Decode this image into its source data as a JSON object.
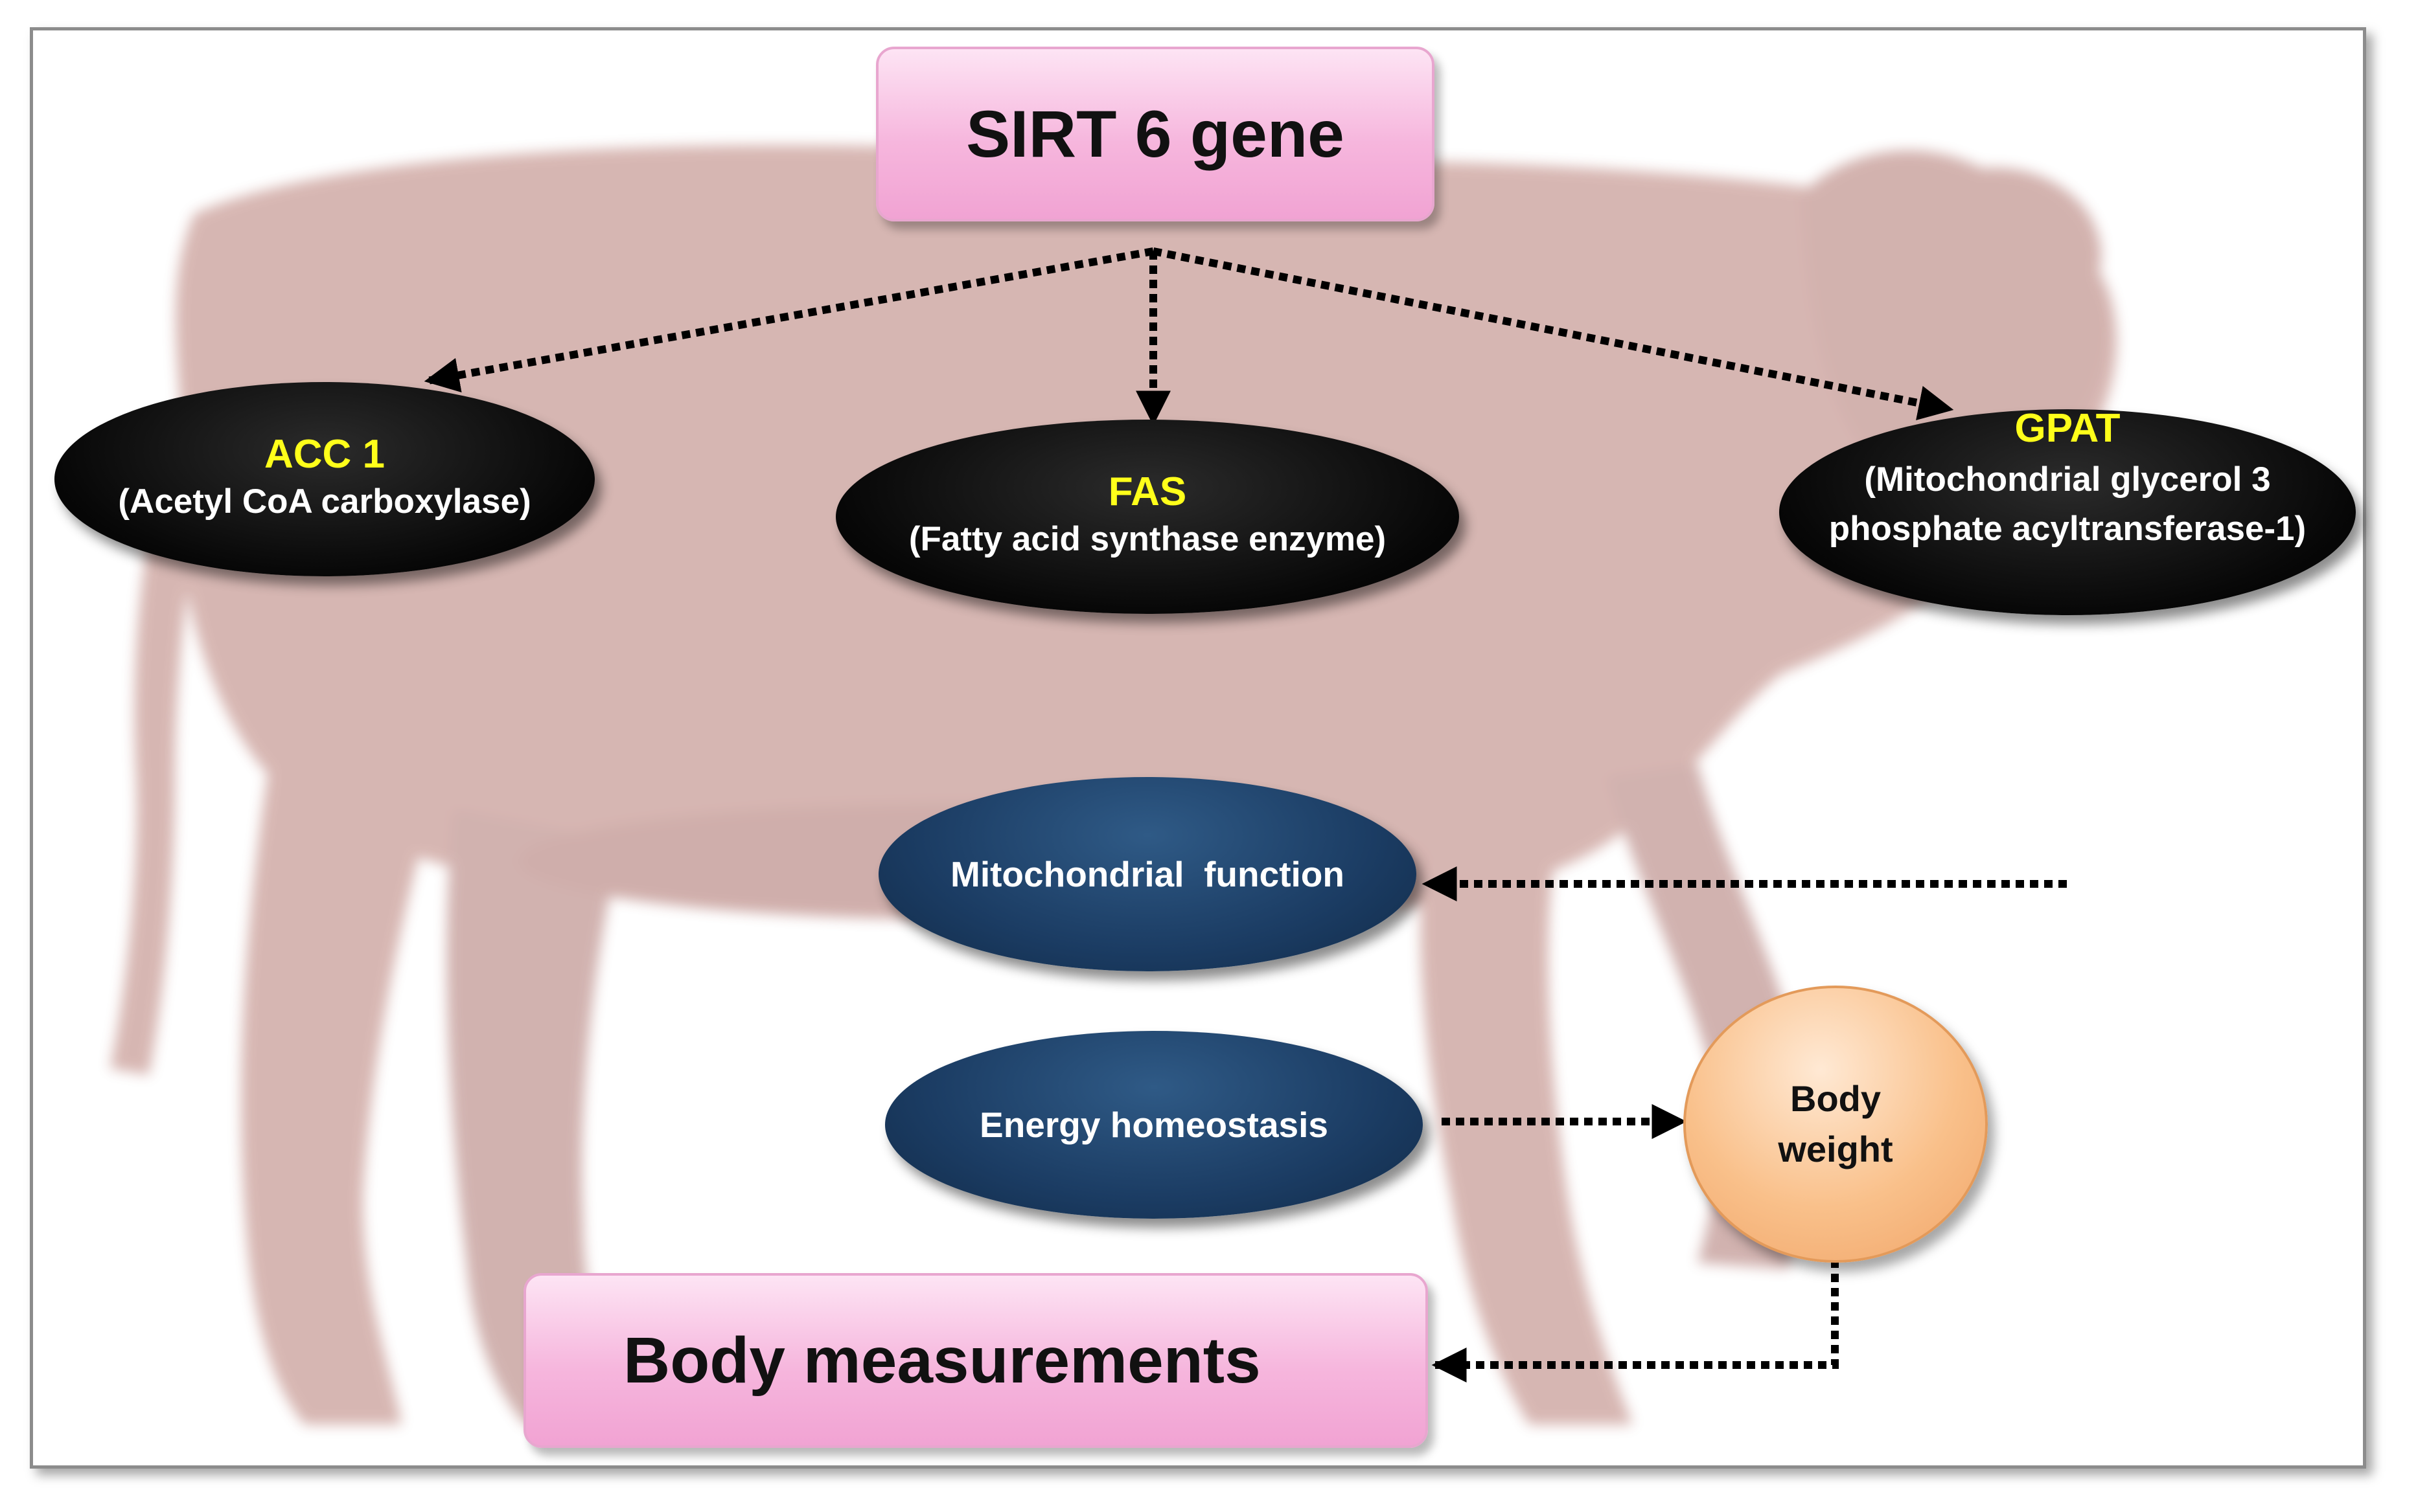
{
  "top_node": {
    "label": "SIRT 6 gene"
  },
  "enzymes": [
    {
      "abbr": "ACC 1",
      "name_lines": [
        "(Acetyl CoA carboxylase)"
      ]
    },
    {
      "abbr": "FAS",
      "name_lines": [
        "(Fatty acid synthase enzyme)"
      ]
    },
    {
      "abbr": "GPAT",
      "name_lines": [
        "(Mitochondrial glycerol 3",
        "phosphate acyltransferase-1)"
      ]
    }
  ],
  "functions": [
    {
      "label": "Mitochondrial  function"
    },
    {
      "label": "Energy homeostasis"
    }
  ],
  "body_weight": {
    "lines": [
      "Body",
      "weight"
    ]
  },
  "bottom_node": {
    "label": "Body measurements"
  },
  "colors": {
    "enzyme_title": "#ffff1a",
    "enzyme_fill": "#000000",
    "function_fill": "#1b3c63",
    "box_fill": "#f6b6dd",
    "circle_fill": "#f9c08a",
    "background_animal": "#a0524a"
  },
  "background_image": "faded-cow"
}
